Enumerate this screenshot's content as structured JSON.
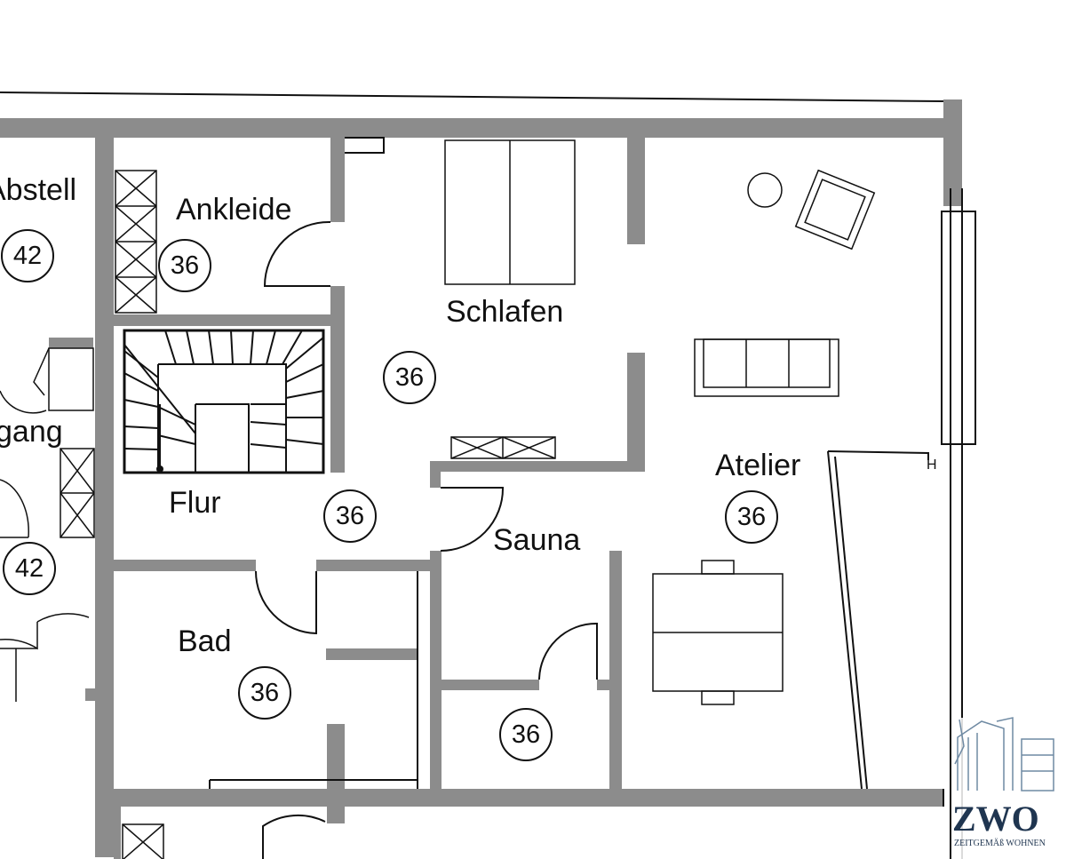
{
  "rooms": {
    "abstell": {
      "label": "Abstell",
      "number": "42"
    },
    "ankleide": {
      "label": "Ankleide",
      "number": "36"
    },
    "schlafen": {
      "label": "Schlafen",
      "number": "36"
    },
    "flur": {
      "label": "Flur",
      "number": "36"
    },
    "atelier": {
      "label": "Atelier",
      "number": "36"
    },
    "sauna": {
      "label": "Sauna",
      "number": "36"
    },
    "bad": {
      "label": "Bad",
      "number": "36"
    },
    "eingang": {
      "label": "gang",
      "number": "42"
    },
    "sauna_cabin": {
      "number": "36"
    }
  },
  "logo": {
    "mark": "ZWO",
    "tagline": "ZEITGEMÄß WOHNEN"
  },
  "colors": {
    "wall": "#8c8c8c",
    "line": "#111111",
    "background": "#ffffff",
    "logo": "#1f3550"
  }
}
